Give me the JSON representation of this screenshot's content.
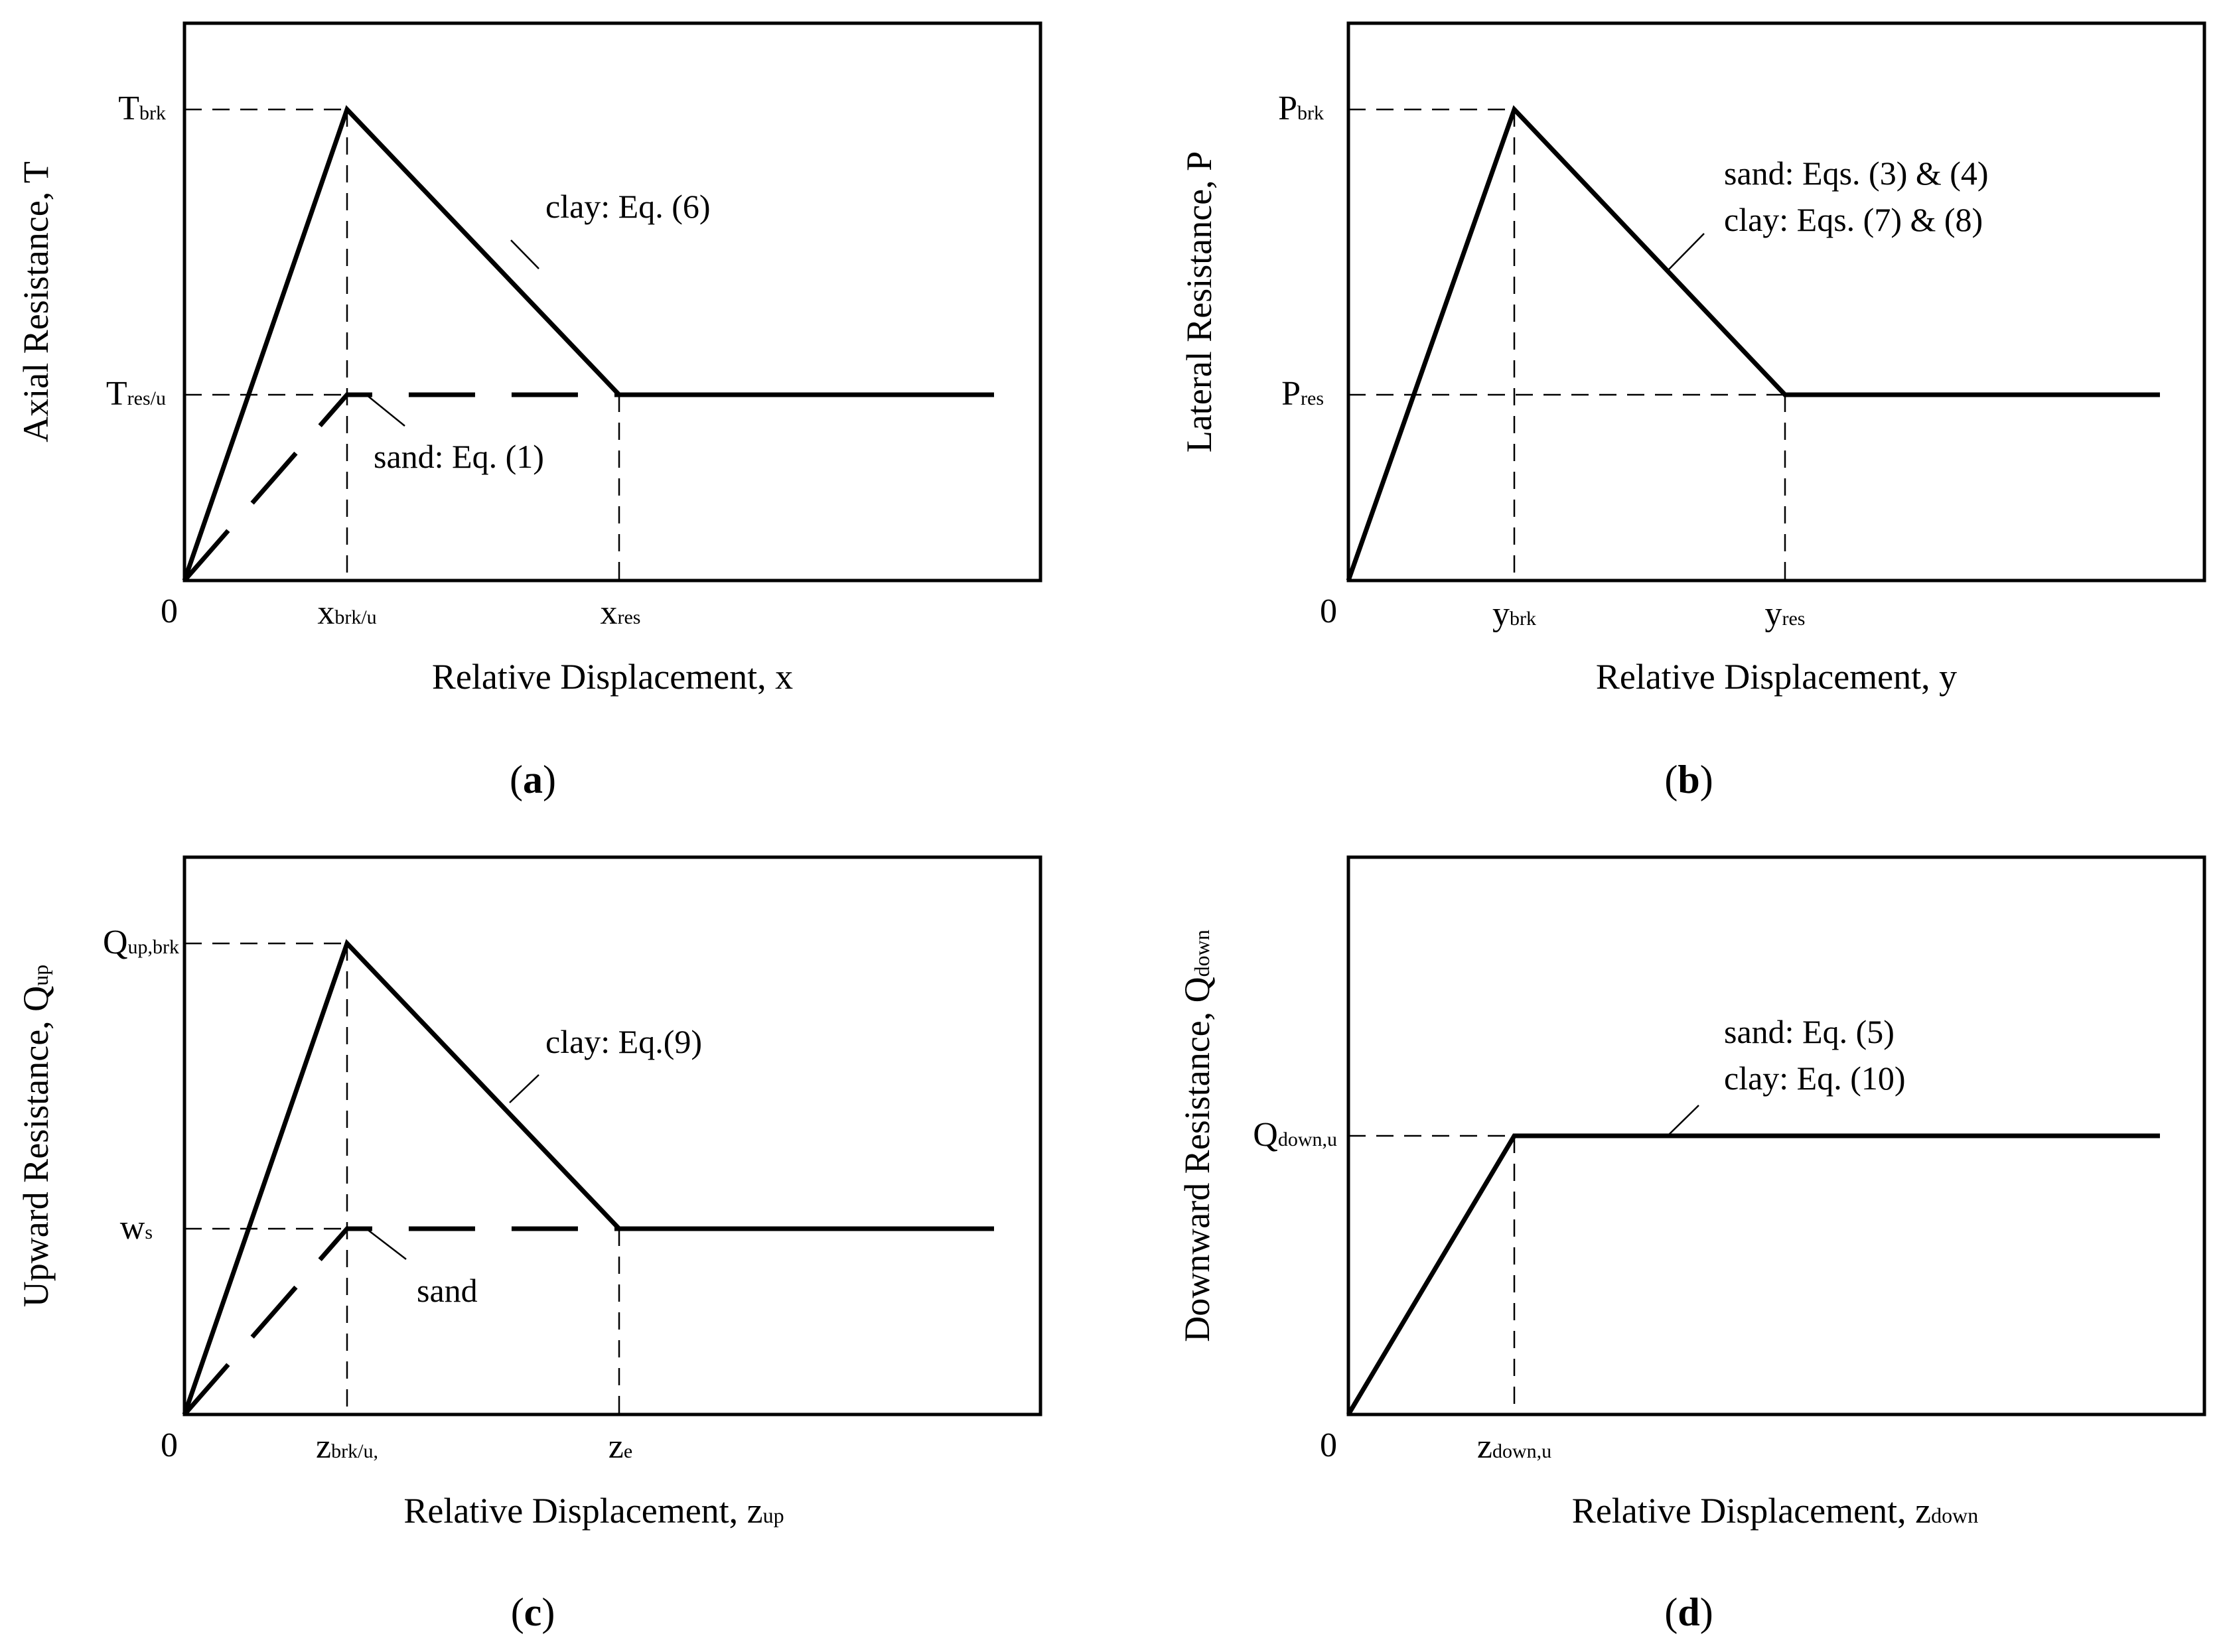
{
  "panels": [
    {
      "ylabel_main": "Axial Resistance, T",
      "ylabel_sub": "",
      "xlabel_main": "Relative Displacement, x",
      "xlabel_sub": "",
      "caption": {
        "open": "(",
        "letter": "a",
        "close": ")"
      },
      "origin": "0",
      "ytick_upper": {
        "main": "T",
        "sub": "brk"
      },
      "ytick_lower": {
        "main": "T",
        "sub": "res/u"
      },
      "xtick_1": {
        "main": "x",
        "sub": "brk/u"
      },
      "xtick_2": {
        "main": "x",
        "sub": "res"
      },
      "annotations": [
        "clay: Eq. (6)",
        "sand: Eq. (1)"
      ]
    },
    {
      "ylabel_main": "Lateral Resistance, P",
      "ylabel_sub": "",
      "xlabel_main": "Relative Displacement, y",
      "xlabel_sub": "",
      "caption": {
        "open": "(",
        "letter": "b",
        "close": ")"
      },
      "origin": "0",
      "ytick_upper": {
        "main": "P",
        "sub": "brk"
      },
      "ytick_lower": {
        "main": "P",
        "sub": "res"
      },
      "xtick_1": {
        "main": "y",
        "sub": "brk"
      },
      "xtick_2": {
        "main": "y",
        "sub": "res"
      },
      "annotations": [
        "sand: Eqs. (3) & (4)",
        "clay: Eqs. (7) & (8)"
      ]
    },
    {
      "ylabel_main": "Upward Resistance, Q",
      "ylabel_sub": "up",
      "xlabel_main": "Relative Displacement, z",
      "xlabel_sub": "up",
      "caption": {
        "open": "(",
        "letter": "c",
        "close": ")"
      },
      "origin": "0",
      "ytick_upper": {
        "main": "Q",
        "sub": "up,brk"
      },
      "ytick_lower": {
        "main": "w",
        "sub": "s"
      },
      "xtick_1": {
        "main": "z",
        "sub": "brk/u,"
      },
      "xtick_2": {
        "main": "z",
        "sub": "e"
      },
      "annotations": [
        "clay: Eq.(9)",
        "sand"
      ]
    },
    {
      "ylabel_main": "Downward Resistance, Q",
      "ylabel_sub": "down",
      "xlabel_main": "Relative Displacement, z",
      "xlabel_sub": "down",
      "caption": {
        "open": "(",
        "letter": "d",
        "close": ")"
      },
      "origin": "0",
      "ytick_upper": {
        "main": "Q",
        "sub": "down,u"
      },
      "xtick_1": {
        "main": "z",
        "sub": "down,u"
      },
      "annotations": [
        "sand: Eq. (5)",
        "clay: Eq. (10)"
      ]
    }
  ],
  "chart_data": [
    {
      "type": "line",
      "title": "",
      "xlabel": "Relative Displacement, x",
      "ylabel": "Axial Resistance, T",
      "xticks": [
        "0",
        "x brk/u",
        "x res"
      ],
      "yticks": [
        "T res/u",
        "T brk"
      ],
      "series": [
        {
          "name": "clay: Eq. (6)",
          "style": "solid",
          "x": [
            0,
            1,
            2.65,
            4.95
          ],
          "y": [
            0,
            1,
            0.39,
            0.39
          ]
        },
        {
          "name": "sand: Eq. (1)",
          "style": "dashed",
          "x": [
            0,
            1,
            2.65,
            4.95
          ],
          "y": [
            0,
            0.39,
            0.39,
            0.39
          ]
        }
      ],
      "grid": false,
      "legend": "none"
    },
    {
      "type": "line",
      "title": "",
      "xlabel": "Relative Displacement, y",
      "ylabel": "Lateral Resistance, P",
      "xticks": [
        "0",
        "y brk",
        "y res"
      ],
      "yticks": [
        "P res",
        "P brk"
      ],
      "series": [
        {
          "name": "sand: Eqs. (3) & (4) / clay: Eqs. (7) & (8)",
          "style": "solid",
          "x": [
            0,
            1,
            2.65,
            4.95
          ],
          "y": [
            0,
            1,
            0.39,
            0.39
          ]
        }
      ],
      "grid": false,
      "legend": "none"
    },
    {
      "type": "line",
      "title": "",
      "xlabel": "Relative Displacement, z up",
      "ylabel": "Upward Resistance, Q up",
      "xticks": [
        "0",
        "z brk/u,",
        "z e"
      ],
      "yticks": [
        "w s",
        "Q up,brk"
      ],
      "series": [
        {
          "name": "clay: Eq.(9)",
          "style": "solid",
          "x": [
            0,
            1,
            2.65,
            4.95
          ],
          "y": [
            0,
            1,
            0.39,
            0.39
          ]
        },
        {
          "name": "sand",
          "style": "dashed",
          "x": [
            0,
            1,
            2.65,
            4.95
          ],
          "y": [
            0,
            0.39,
            0.39,
            0.39
          ]
        }
      ],
      "grid": false,
      "legend": "none"
    },
    {
      "type": "line",
      "title": "",
      "xlabel": "Relative Displacement, z down",
      "ylabel": "Downward Resistance, Q down",
      "xticks": [
        "0",
        "z down,u"
      ],
      "yticks": [
        "Q down,u"
      ],
      "series": [
        {
          "name": "sand: Eq. (5) / clay: Eq. (10)",
          "style": "solid",
          "x": [
            0,
            1,
            4.95
          ],
          "y": [
            0,
            1,
            1
          ]
        }
      ],
      "grid": false,
      "legend": "none"
    }
  ]
}
